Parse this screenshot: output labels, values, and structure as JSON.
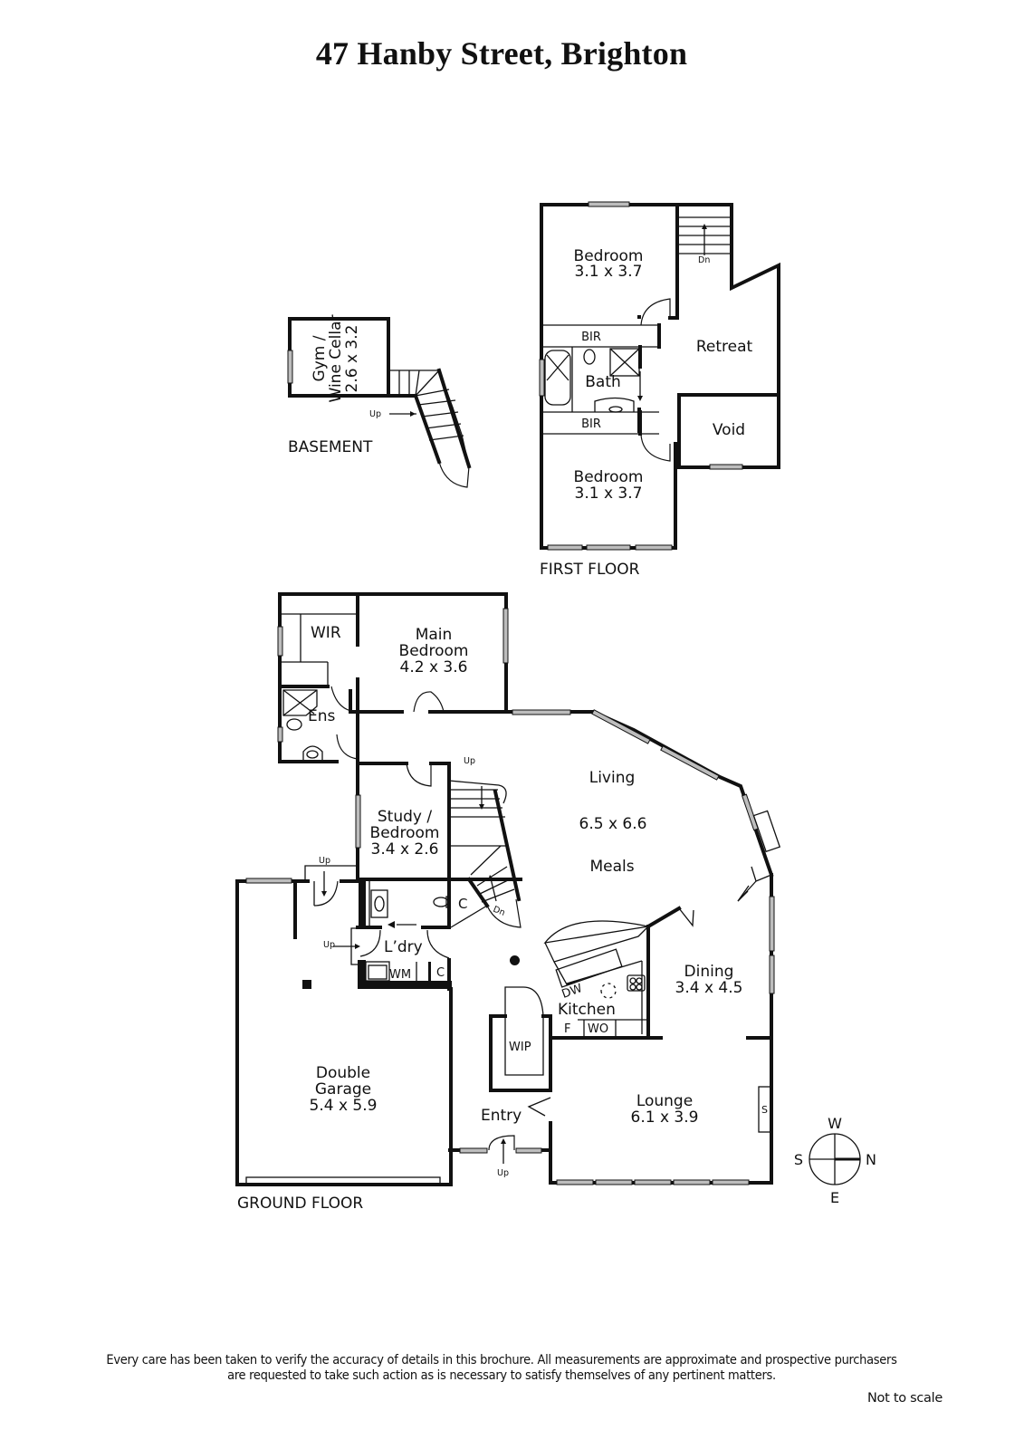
{
  "title": "47 Hanby Street, Brighton",
  "floors": {
    "basement": {
      "label": "BASEMENT",
      "rooms": [
        {
          "name_line1": "Gym /",
          "name_line2": "Wine Cellar",
          "size": "2.6 x 3.2"
        }
      ],
      "stairs": "Up"
    },
    "first_floor": {
      "label": "FIRST FLOOR",
      "rooms": {
        "bedroom1": {
          "name": "Bedroom",
          "size": "3.1 x 3.7"
        },
        "bedroom2": {
          "name": "Bedroom",
          "size": "3.1 x 3.7"
        },
        "bir1": "BIR",
        "bir2": "BIR",
        "bath": "Bath",
        "retreat": "Retreat",
        "void": "Void"
      },
      "stairs": "Dn"
    },
    "ground_floor": {
      "label": "GROUND FLOOR",
      "rooms": {
        "main_bedroom": {
          "line1": "Main",
          "line2": "Bedroom",
          "size": "4.2 x 3.6"
        },
        "wir": "WIR",
        "ens": "Ens",
        "study": {
          "line1": "Study /",
          "line2": "Bedroom",
          "size": "3.4 x 2.6"
        },
        "living": {
          "line1": "Living",
          "size": "6.5 x 6.6",
          "line2": "Meals"
        },
        "laundry": "L’dry",
        "wm": "WM",
        "c1": "C",
        "c2": "C",
        "kitchen": "Kitchen",
        "dw": "DW",
        "f": "F",
        "wo": "WO",
        "wip": "WIP",
        "dining": {
          "name": "Dining",
          "size": "3.4 x 4.5"
        },
        "garage": {
          "line1": "Double",
          "line2": "Garage",
          "size": "5.4 x 5.9"
        },
        "entry": "Entry",
        "lounge": {
          "name": "Lounge",
          "size": "6.1 x 3.9"
        },
        "s": "S"
      },
      "stairs": {
        "up1": "Up",
        "up2": "Up",
        "up3": "Up",
        "up4": "Up",
        "dn": "Dn"
      }
    }
  },
  "compass": {
    "w": "W",
    "s": "S",
    "n": "N",
    "e": "E"
  },
  "disclaimer": {
    "line1": "Every care has been taken to verify the accuracy of details in this brochure.  All measurements are approximate and prospective purchasers",
    "line2": "are requested to take such action as is necessary to satisfy themselves of any pertinent matters.",
    "scale_note": "Not to scale"
  },
  "colors": {
    "wall": "#111111",
    "window": "#9a9a9a",
    "background": "#ffffff"
  }
}
